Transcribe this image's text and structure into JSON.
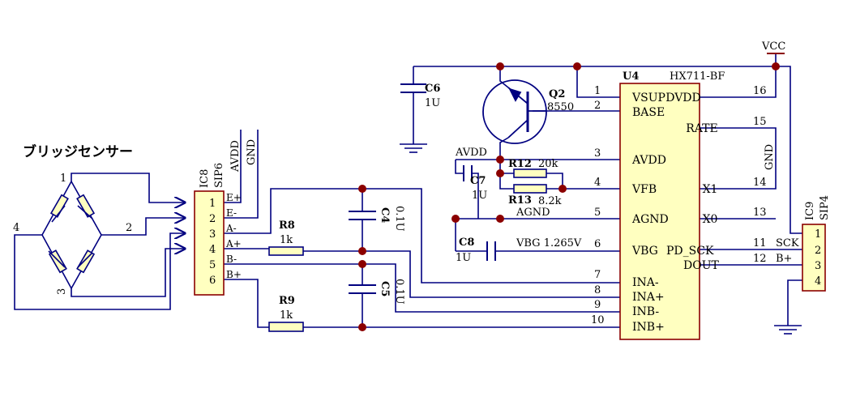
{
  "sensor_label": "ブリッジセンサー",
  "bridge_pins": [
    "1",
    "2",
    "3",
    "4"
  ],
  "ic8": {
    "ref": "IC8",
    "type": "SIP6",
    "pins": [
      "1",
      "2",
      "3",
      "4",
      "5",
      "6"
    ],
    "signals": [
      "E+",
      "E-",
      "A-",
      "A+",
      "B-",
      "B+"
    ],
    "power": [
      "AVDD",
      "GND"
    ]
  },
  "r8": {
    "ref": "R8",
    "value": "1k"
  },
  "r9": {
    "ref": "R9",
    "value": "1k"
  },
  "c4": {
    "ref": "C4",
    "value": "0.1U"
  },
  "c5": {
    "ref": "C5",
    "value": "0.1U"
  },
  "c6": {
    "ref": "C6",
    "value": "1U"
  },
  "c7": {
    "ref": "C7",
    "value": "1U"
  },
  "c8": {
    "ref": "C8",
    "value": "1U"
  },
  "q2": {
    "ref": "Q2",
    "part": "8550"
  },
  "r12": {
    "ref": "R12",
    "value": "20k"
  },
  "r13": {
    "ref": "R13",
    "value": "8.2k"
  },
  "nets": {
    "avdd": "AVDD",
    "agnd": "AGND",
    "vbg": "VBG 1.265V",
    "vcc": "VCC",
    "gnd": "GND",
    "sck": "SCK",
    "bplus": "B+"
  },
  "u4": {
    "ref": "U4",
    "part": "HX711-BF",
    "left_pins": [
      {
        "num": "1",
        "name": "VSUP"
      },
      {
        "num": "2",
        "name": "BASE"
      },
      {
        "num": "3",
        "name": "AVDD"
      },
      {
        "num": "4",
        "name": "VFB"
      },
      {
        "num": "5",
        "name": "AGND"
      },
      {
        "num": "6",
        "name": "VBG"
      },
      {
        "num": "7",
        "name": "INA-"
      },
      {
        "num": "8",
        "name": "INA+"
      },
      {
        "num": "9",
        "name": "INB-"
      },
      {
        "num": "10",
        "name": "INB+"
      }
    ],
    "right_pins": [
      {
        "num": "16",
        "name": "DVDD"
      },
      {
        "num": "15",
        "name": "RATE"
      },
      {
        "num": "14",
        "name": "X1"
      },
      {
        "num": "13",
        "name": "X0"
      },
      {
        "num": "11",
        "name": "PD_SCK"
      },
      {
        "num": "12",
        "name": "DOUT"
      }
    ]
  },
  "ic9": {
    "ref": "IC9",
    "type": "SIP4",
    "pins": [
      "1",
      "2",
      "3",
      "4"
    ]
  },
  "colors": {
    "wire": "#000080",
    "body": "#ffffc0",
    "outline": "#8b0000",
    "junction": "#8b0000",
    "label_red": "#8b0000",
    "label_magenta": "#a0208a"
  }
}
